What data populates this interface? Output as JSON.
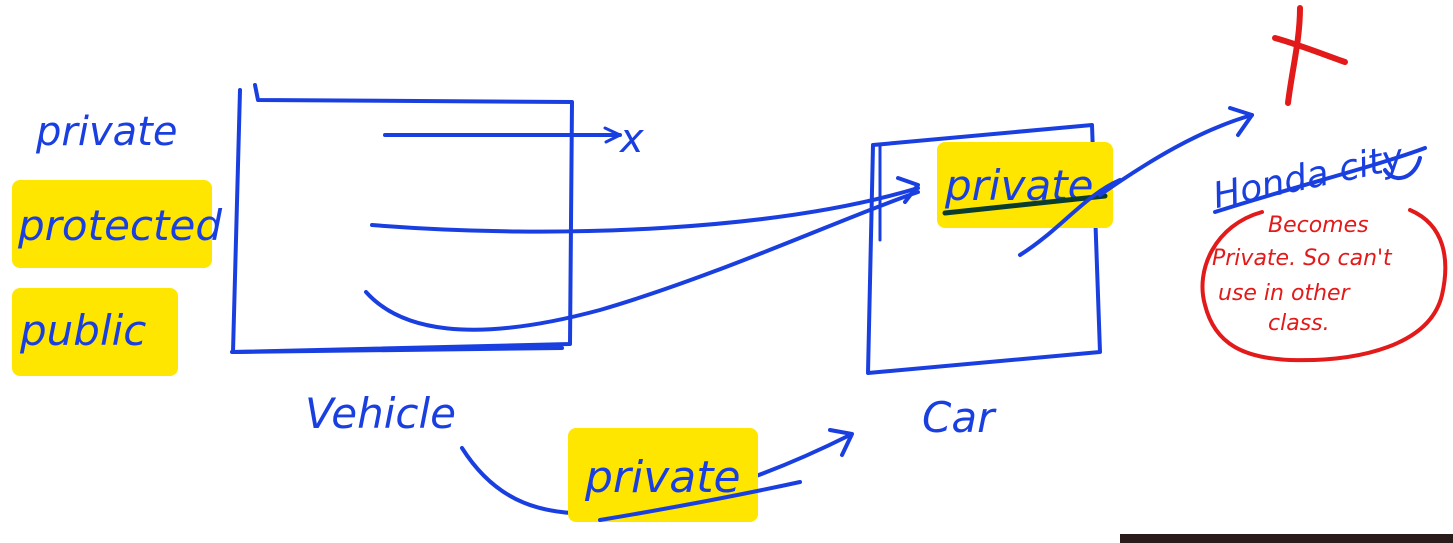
{
  "colors": {
    "ink": "#1a3fe0",
    "annotation": "#e21a1a",
    "highlight": "#ffe600",
    "underline": "#0b3d2e"
  },
  "modifiers": {
    "private": "private",
    "protected": "protected",
    "public": "public"
  },
  "classes": {
    "base": "Vehicle",
    "derived": "Car",
    "object": "Honda city"
  },
  "inherited_access": "private",
  "inheritance_mode": "private",
  "inaccessible_mark": "x",
  "annotation": {
    "line1": "Becomes",
    "line2": "Private. So can't",
    "line3": "use in other",
    "line4": "class."
  }
}
